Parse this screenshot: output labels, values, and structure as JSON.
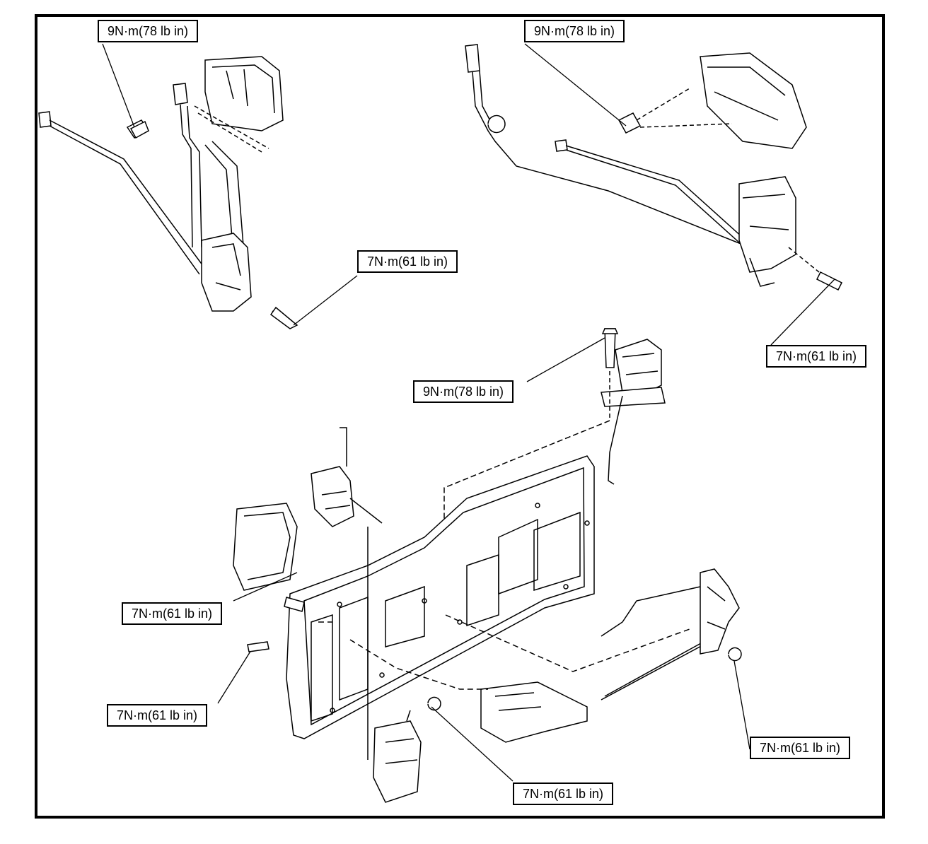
{
  "diagram": {
    "title": "Door latch and handle assembly exploded view",
    "callouts": [
      {
        "id": "c1",
        "text": "9N·m(78 lb in)",
        "part": "upper-left latch bolt"
      },
      {
        "id": "c2",
        "text": "9N·m(78 lb in)",
        "part": "upper-right handle bolt"
      },
      {
        "id": "c3",
        "text": "7N·m(61 lb in)",
        "part": "upper-left latch screw"
      },
      {
        "id": "c4",
        "text": "7N·m(61 lb in)",
        "part": "upper-right latch screw"
      },
      {
        "id": "c5",
        "text": "9N·m(78 lb in)",
        "part": "center latch bolt"
      },
      {
        "id": "c6",
        "text": "7N·m(61 lb in)",
        "part": "inner handle bolt"
      },
      {
        "id": "c7",
        "text": "7N·m(61 lb in)",
        "part": "lower-left panel screw"
      },
      {
        "id": "c8",
        "text": "7N·m(61 lb in)",
        "part": "right latch nut"
      },
      {
        "id": "c9",
        "text": "7N·m(61 lb in)",
        "part": "lower latch nut"
      }
    ]
  }
}
